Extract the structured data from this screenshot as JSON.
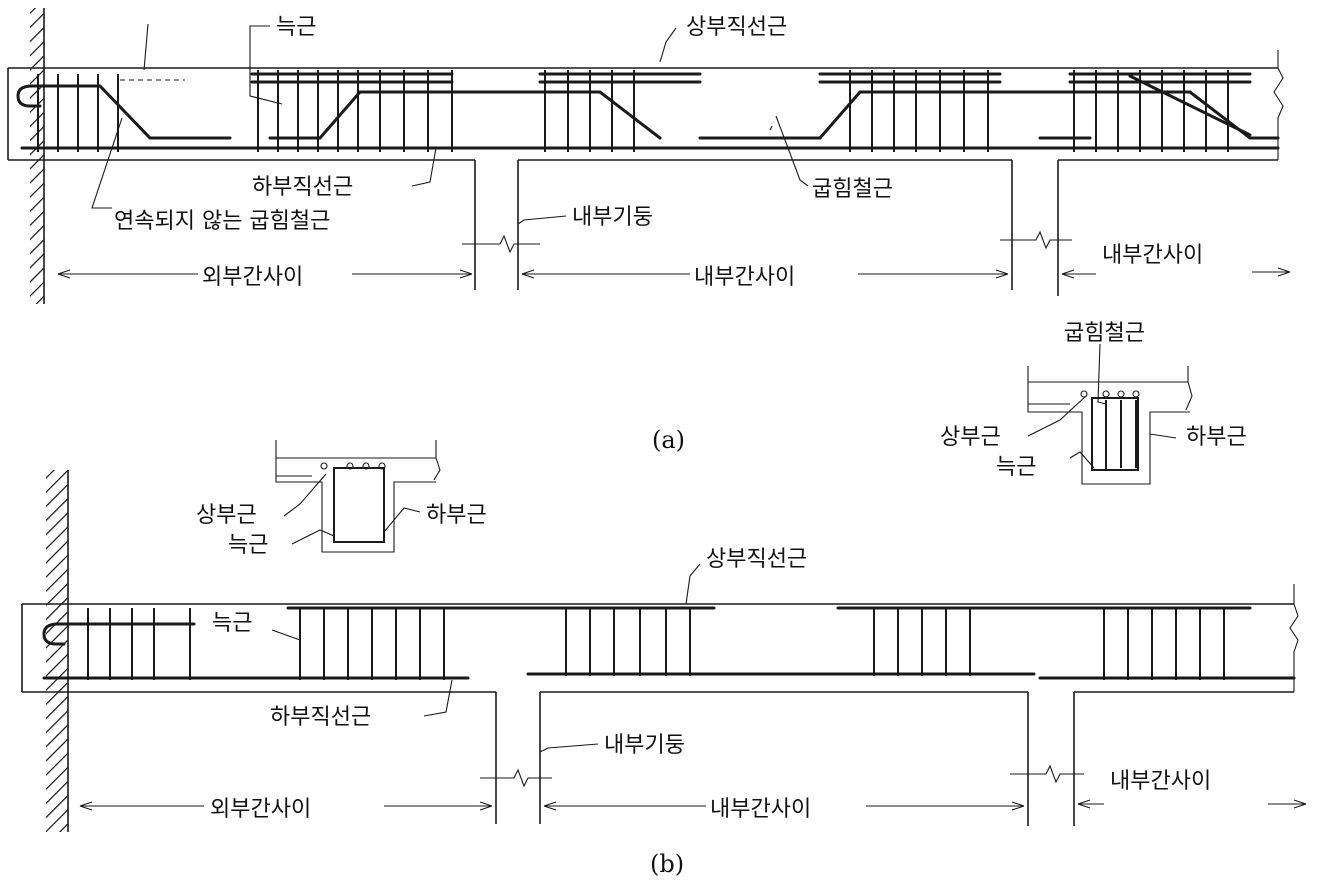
{
  "figure_a": {
    "caption": "(a)",
    "labels": {
      "stirrup": "늑근",
      "top_straight": "상부직선근",
      "bottom_straight": "하부직선근",
      "discontinuous_bent": "연속되지 않는 굽힘철근",
      "bent_bar": "굽힘철근",
      "interior_column": "내부기둥",
      "exterior_span": "외부간사이",
      "interior_span_1": "내부간사이",
      "interior_span_2": "내부간사이"
    },
    "section": {
      "bent_bar": "굽힘철근",
      "top_bar": "상부근",
      "bottom_bar": "하부근",
      "stirrup": "늑근"
    }
  },
  "figure_b": {
    "caption": "(b)",
    "labels": {
      "stirrup": "늑근",
      "top_straight": "상부직선근",
      "bottom_straight": "하부직선근",
      "interior_column": "내부기둥",
      "exterior_span": "외부간사이",
      "interior_span_1": "내부간사이",
      "interior_span_2": "내부간사이"
    },
    "section": {
      "top_bar": "상부근",
      "bottom_bar": "하부근",
      "stirrup": "늑근"
    }
  }
}
